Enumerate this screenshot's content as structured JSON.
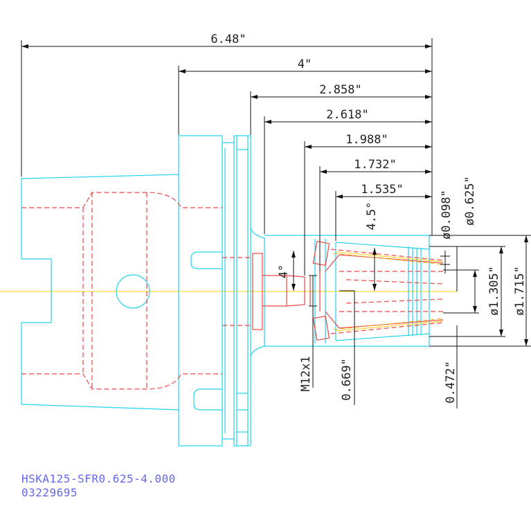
{
  "dimensions": {
    "overall_length": "6.48\"",
    "gauge_length": "4\"",
    "d_2858": "2.858\"",
    "d_2618": "2.618\"",
    "d_1988": "1.988\"",
    "d_1732": "1.732\"",
    "d_1535": "1.535\"",
    "taper_angle": "4.5°",
    "small_angle": "4°",
    "dia_0098": "ø0.098\"",
    "dia_0625": "ø0.625\"",
    "dia_1305": "ø1.305\"",
    "dia_1715": "ø1.715\"",
    "thread": "M12x1",
    "len_0669": "0.669\"",
    "len_0472": "0.472\""
  },
  "caption": {
    "line1": "HSKA125-SFR0.625-4.000",
    "line2": "03229695"
  },
  "colors": {
    "outline": "#22d3ee",
    "hidden": "#ef4444",
    "centerline": "#facc15",
    "dimension": "#111111",
    "caption": "#6366f1"
  }
}
